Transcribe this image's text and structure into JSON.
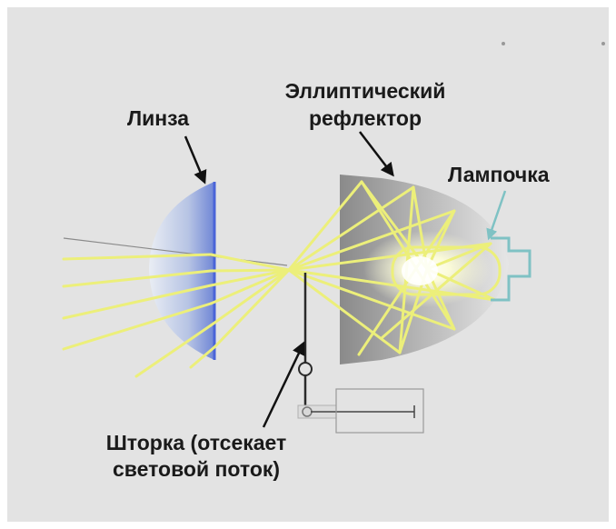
{
  "labels": {
    "lens": "Линза",
    "reflector_line1": "Эллиптический",
    "reflector_line2": "рефлектор",
    "bulb": "Лампочка",
    "shutter_line1": "Шторка (отсекает",
    "shutter_line2": "световой поток)"
  },
  "colors": {
    "background": "#ffffff",
    "panel": "#e3e3e3",
    "rays": "#ecef7a",
    "reflector": "#8c8c8c",
    "lens_edge": "#4a64d8",
    "bulb_outline": "#7fc2c4",
    "arrows": "#111111"
  }
}
